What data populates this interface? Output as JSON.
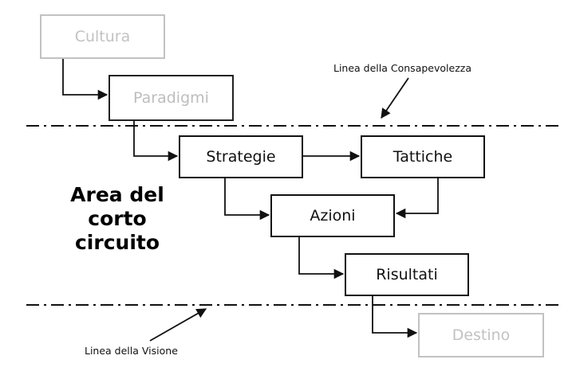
{
  "nodes": {
    "cultura": "Cultura",
    "paradigmi": "Paradigmi",
    "strategie": "Strategie",
    "tattiche": "Tattiche",
    "azioni": "Azioni",
    "risultati": "Risultati",
    "destino": "Destino"
  },
  "area_title": [
    "Area del",
    "corto",
    "circuito"
  ],
  "lines": {
    "consapevolezza": "Linea della Consapevolezza",
    "visione": "Linea della Visione"
  }
}
